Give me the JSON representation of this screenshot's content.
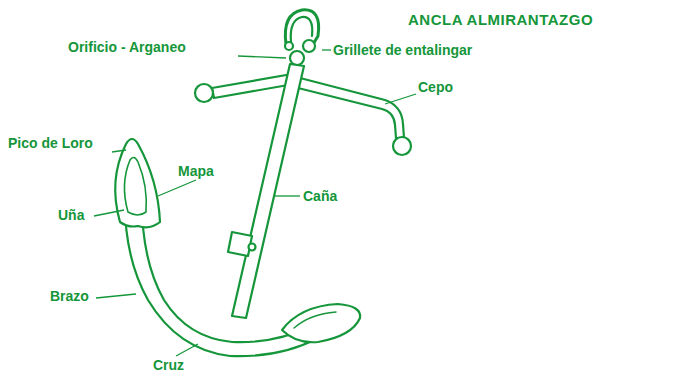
{
  "diagram": {
    "title": "ANCLA ALMIRANTAZGO",
    "labels": [
      "Orificio - Arganeo",
      "Grillete de entalingar",
      "Cepo",
      "Pico de Loro",
      "Mapa",
      "Uña",
      "Caña",
      "Brazo",
      "Cruz"
    ]
  }
}
